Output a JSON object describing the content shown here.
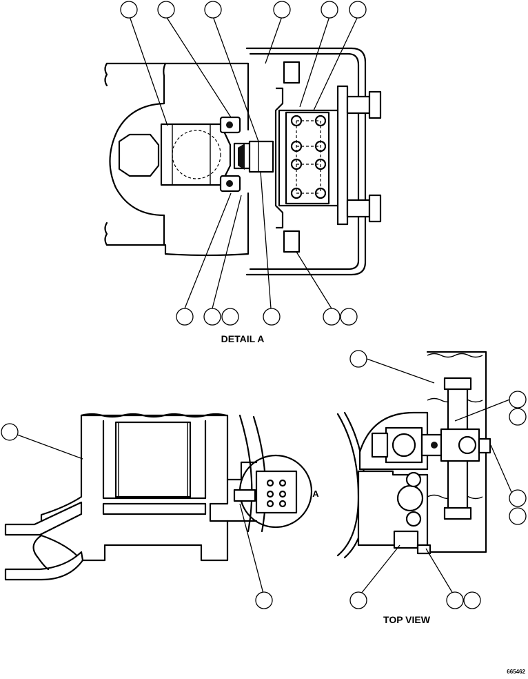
{
  "labels": {
    "detail_title": "DETAIL A",
    "top_view_title": "TOP VIEW",
    "detail_ref": "A",
    "drawing_number": "665462"
  }
}
